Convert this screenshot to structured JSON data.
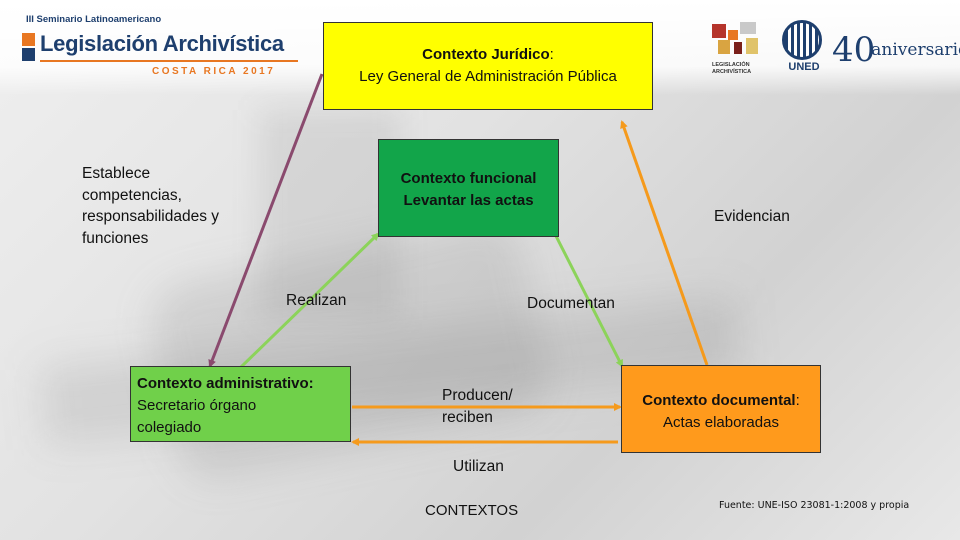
{
  "header": {
    "logo_seminar": "III Seminario Latinoamericano",
    "logo_name": "Legislación Archivística",
    "logo_place": "COSTA RICA 2017",
    "logo_right_small": [
      "LEGISLACIÓN",
      "ARCHIVÍSTICA"
    ],
    "logo_uned": "UNED",
    "logo_anniv_number": "40",
    "logo_anniv_word": "aniversario"
  },
  "boxes": {
    "juridico": {
      "title": "Contexto Jurídico",
      "suffix": ":",
      "line2": "Ley General de Administración Pública",
      "color": "#ffff00"
    },
    "funcional": {
      "title": "Contexto funcional",
      "line2": "Levantar las actas",
      "color": "#12a54a"
    },
    "administrativo": {
      "title": "Contexto administrativo:",
      "line2": "Secretario órgano",
      "line3": "colegiado",
      "color": "#70d04a"
    },
    "documental": {
      "title": "Contexto documental",
      "suffix": ":",
      "line2": "Actas elaboradas",
      "color": "#ff9a1c"
    }
  },
  "labels": {
    "establece": [
      "Establece",
      "competencias,",
      "responsabilidades y",
      "funciones"
    ],
    "evidencian": "Evidencian",
    "realizan": "Realizan",
    "documentan": "Documentan",
    "producen": [
      "Producen/",
      "reciben"
    ],
    "utilizan": "Utilizan"
  },
  "footer": {
    "title": "CONTEXTOS",
    "source": "Fuente: UNE-ISO 23081-1:2008 y propia"
  },
  "arrow_colors": {
    "purple": "#8a4a6e",
    "green": "#8cd35a",
    "orange": "#f59a1c"
  }
}
